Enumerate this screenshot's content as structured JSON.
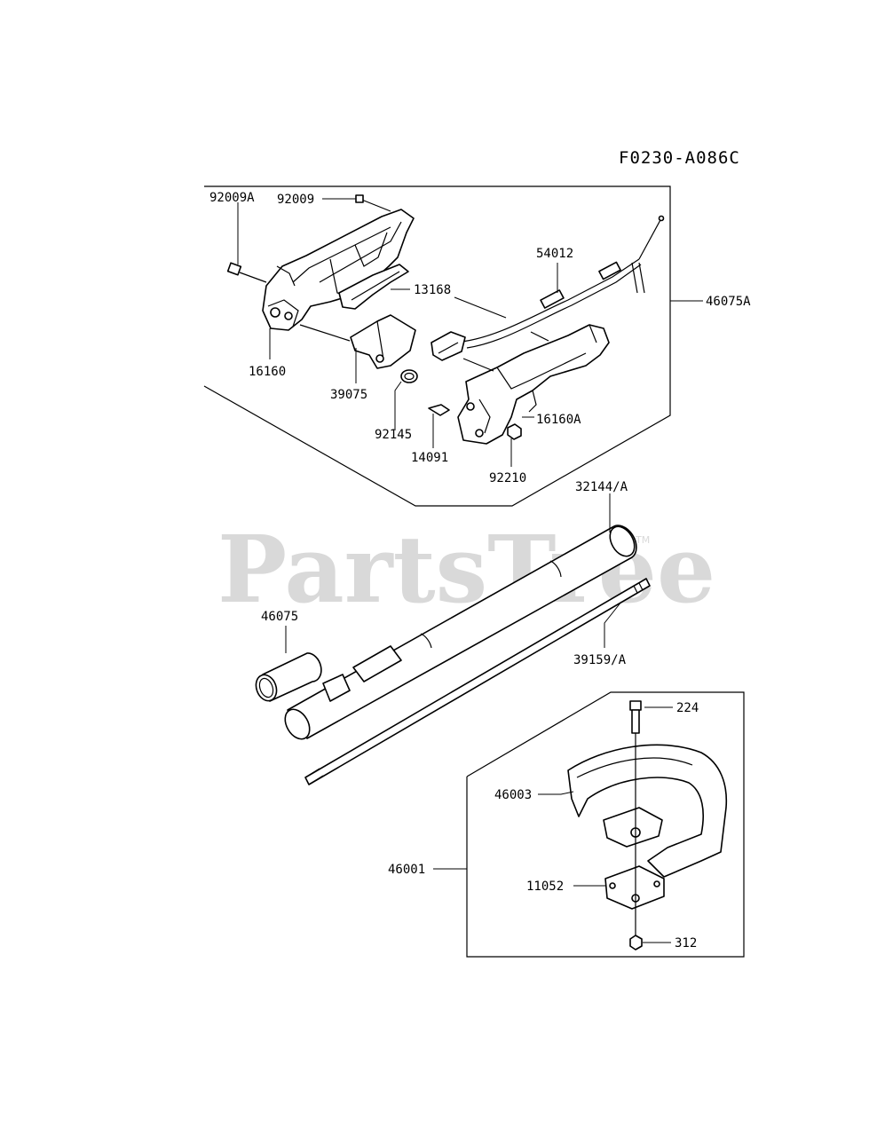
{
  "diagram_code": "F0230-A086C",
  "watermark": {
    "text": "PartsTree",
    "trademark": "TM"
  },
  "callouts": {
    "c92009": "92009",
    "c92009A": "92009A",
    "c13168": "13168",
    "c16160": "16160",
    "c39075": "39075",
    "c92145": "92145",
    "c14091": "14091",
    "c92210": "92210",
    "c16160A": "16160A",
    "c54012": "54012",
    "c46075A": "46075A",
    "c32144A": "32144/A",
    "c46075": "46075",
    "c39159A": "39159/A",
    "c224": "224",
    "c46003": "46003",
    "c46001": "46001",
    "c11052": "11052",
    "c312": "312"
  }
}
